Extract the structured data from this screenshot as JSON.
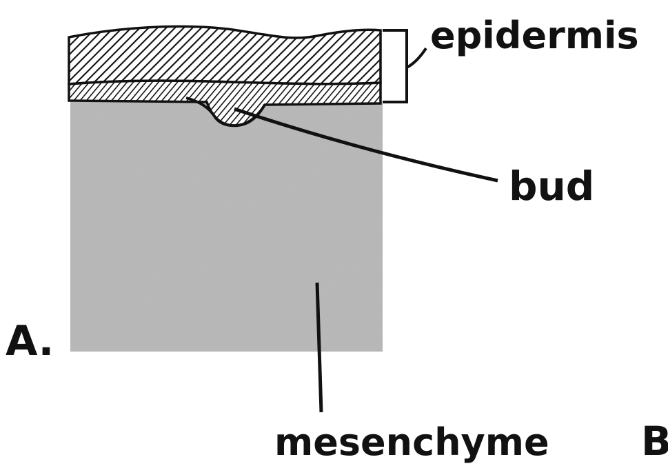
{
  "panel_label": "A.",
  "labels": {
    "epidermis": "epidermis",
    "bud": "bud",
    "mesenchyme": "mesenchyme",
    "next_panel": "B"
  },
  "colors": {
    "ink": "#111111",
    "mesenchyme_fill": "#b9b9b9",
    "epidermis_fill": "#ffffff",
    "background": "#ffffff"
  }
}
